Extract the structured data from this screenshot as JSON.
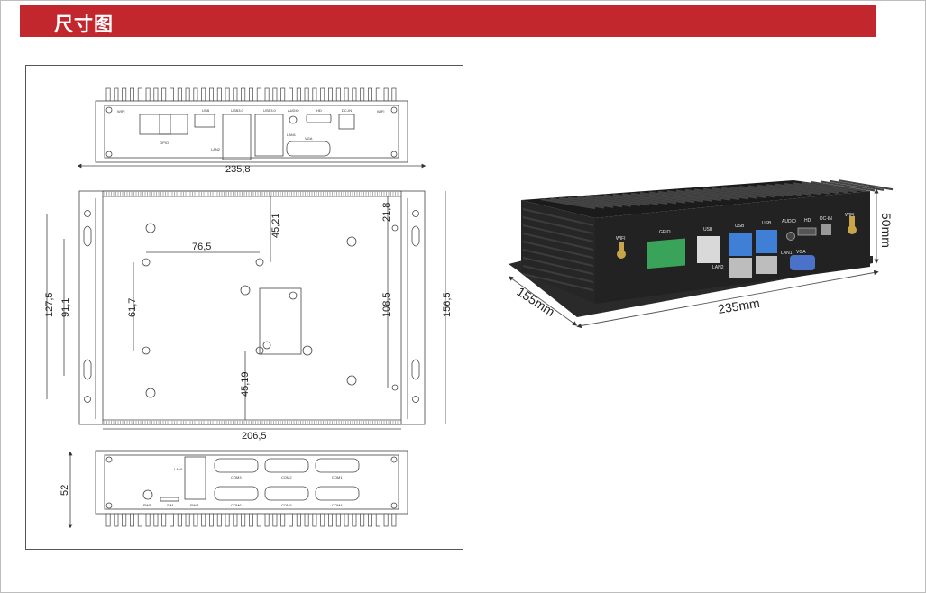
{
  "header": {
    "title": "尺寸图",
    "accent": "#c1272d"
  },
  "front_view": {
    "ports": [
      "WIFI",
      "GPIO",
      "USB",
      "USB3.0",
      "USB3.0",
      "AUDIO",
      "HD",
      "DC-IN",
      "WIFI"
    ],
    "sub": [
      "LAN2",
      "LAN1",
      "VGA"
    ],
    "width": "235,8"
  },
  "top_view": {
    "dims": {
      "a": "76,5",
      "b": "45,21",
      "c": "21,8",
      "d": "61,7",
      "e": "108,5",
      "f": "45,19",
      "g": "127,5",
      "h": "91,1",
      "i": "156,5",
      "j": "206,5"
    }
  },
  "back_view": {
    "height": "52",
    "ports": [
      "LAN1",
      "COM3",
      "COM2",
      "COM1",
      "COM6",
      "COM5",
      "COM4",
      "PWR",
      "SIM",
      "PWR"
    ]
  },
  "product": {
    "depth": "155mm",
    "width": "235mm",
    "height": "50mm",
    "labels": [
      "WIFI",
      "GPIO",
      "USB",
      "USB",
      "USB",
      "AUDIO",
      "HD",
      "DC-IN",
      "WIFI",
      "LAN2",
      "LAN1",
      "VGA"
    ]
  }
}
